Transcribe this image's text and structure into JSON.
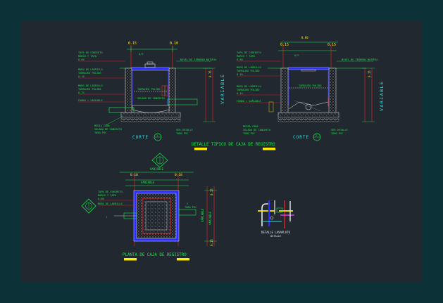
{
  "labels": {
    "corte": "CORTE",
    "corte_num_left": "1",
    "corte_num_right": "2",
    "variable": "VARIABLE",
    "detalle_title": "DETALLE TIPICO DE CAJA DE REGISTRO",
    "planta_title": "PLANTA DE CAJA DE REGISTRO",
    "detalle_lavaplato": "DETALLE LAVAPLATO",
    "detalle_lavaplato_sub": "DETALLE",
    "dim_010": "0.10",
    "dim_015": "0.15",
    "dim_060": "0.60",
    "nivel_terreno": "NIVEL DE TERRENO NATURAL",
    "tapa_concreto": "TAPA DE CONCRETO",
    "marco_tapa": "MARCO Y TAPA",
    "muro_ladrillo": "MURO DE LADRILLO",
    "tarrajeo": "TARRAJEO PULIDO",
    "fondo_variable": "FONDO = VARIABLE",
    "media_cana": "MEDIA CAÑA",
    "solado": "SOLADO DE CONCRETO",
    "ver_detalle": "VER DETALLE",
    "tubo_pvc": "TUBO PVC"
  },
  "colors": {
    "background": "#0c3238",
    "sheet": "#212830",
    "green": "#19e64a",
    "red": "#ff2020",
    "yellow": "#ffee00",
    "blue": "#2a2dff",
    "white": "#e8e8e8",
    "cyan": "#30e0e0",
    "magenta": "#ff40ff",
    "grey": "#8a8a8a"
  }
}
